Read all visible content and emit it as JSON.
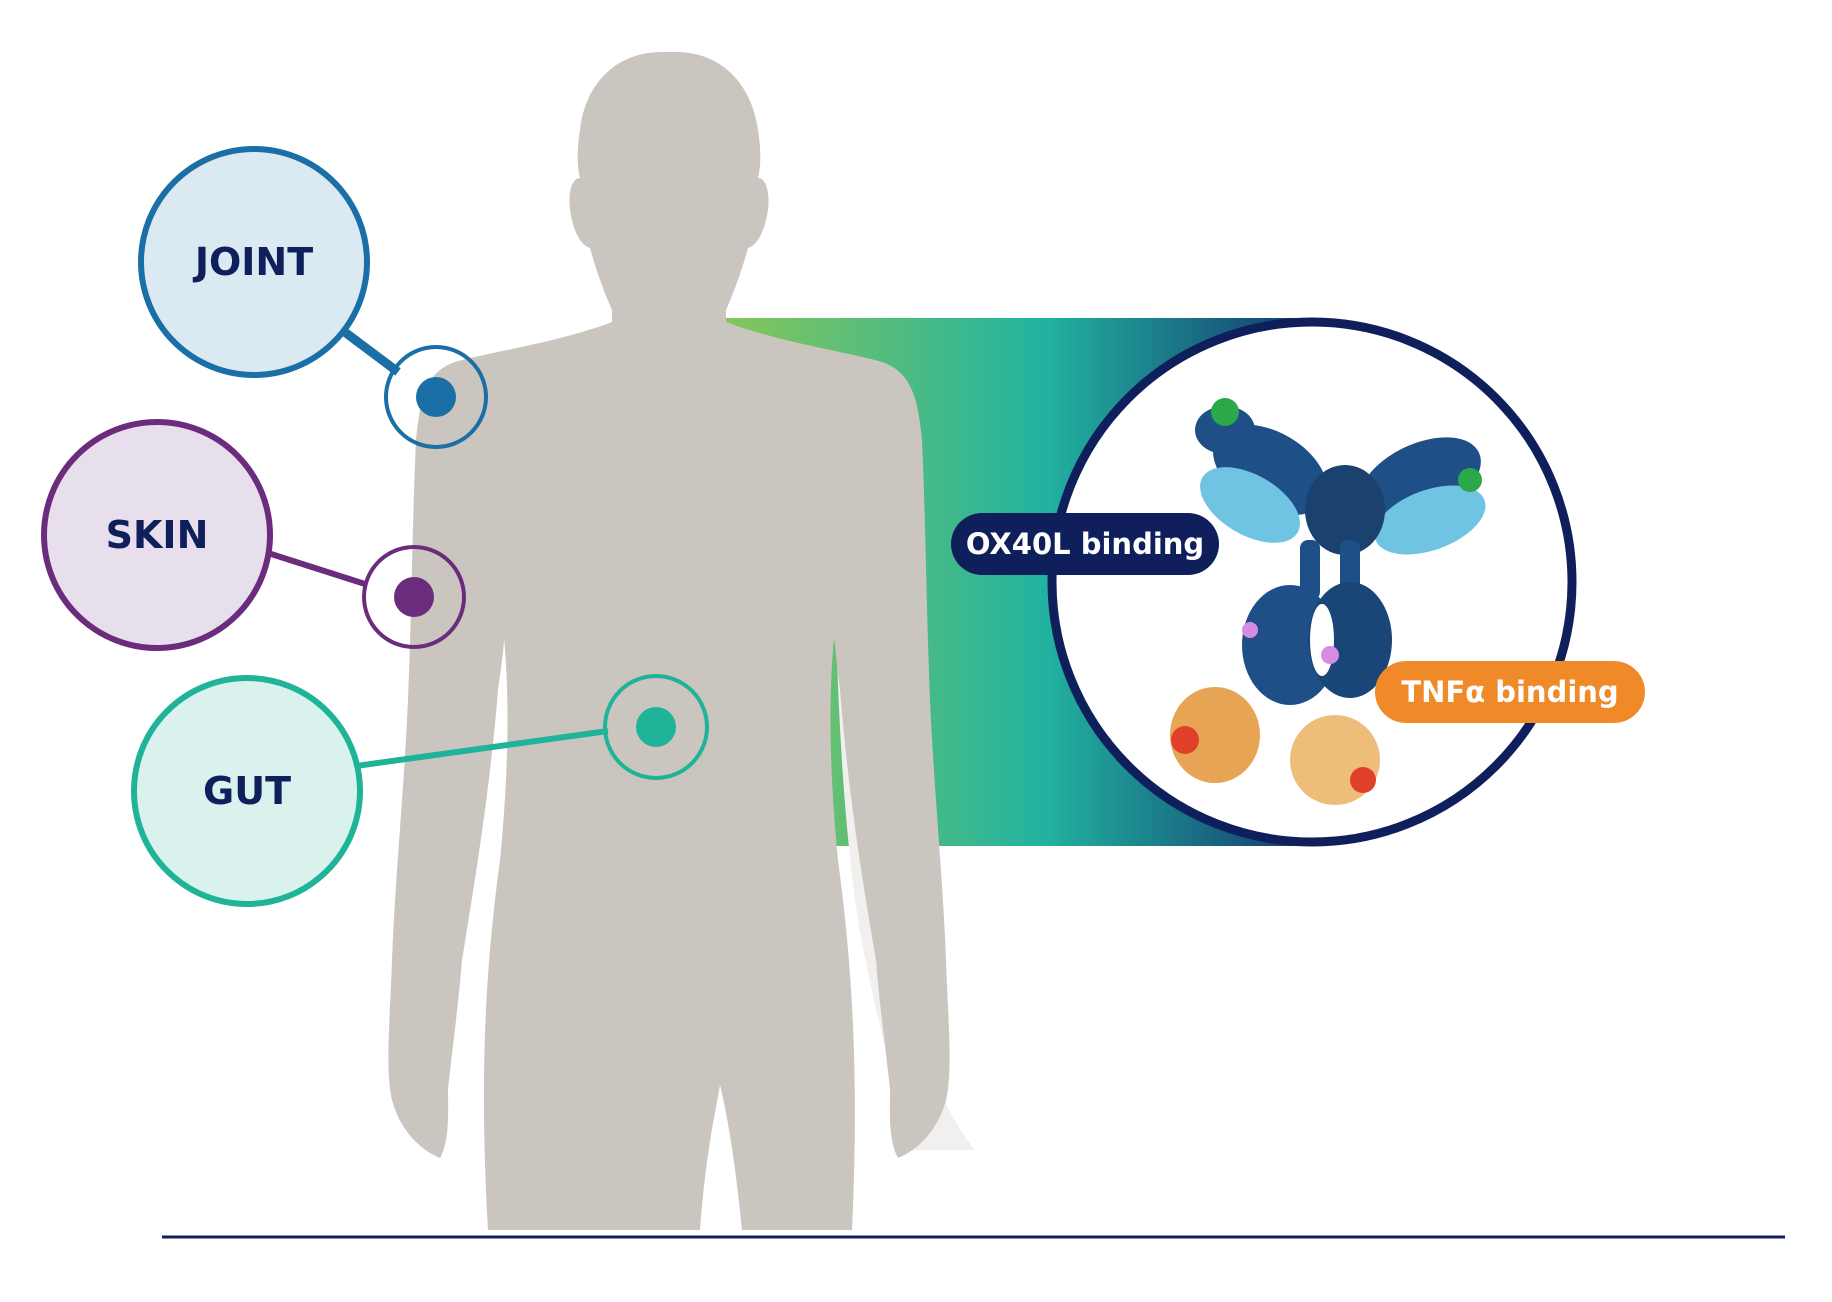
{
  "sites": [
    {
      "label": "JOINT",
      "stroke": "#1a6fa6",
      "fill": "#dbe9f3"
    },
    {
      "label": "SKIN",
      "stroke": "#6b2c7d",
      "fill": "#e8dfec"
    },
    {
      "label": "GUT",
      "stroke": "#1fb39a",
      "fill": "#d9f2ee"
    }
  ],
  "pills": {
    "ox40l": {
      "label": "OX40L binding",
      "color": "#0f1f5c"
    },
    "tnfa": {
      "label": "TNFα binding",
      "color": "#f08a28"
    }
  },
  "colors": {
    "silhouette": "#cbc5c0",
    "silhouette_shadow": "#f1f0ee",
    "ring": "#0f1f5c",
    "gradient_start": "#86c65a",
    "gradient_mid": "#22b3a0",
    "gradient_end": "#13386e",
    "baseline": "#0f1f5c"
  },
  "icons": {
    "antibody": "antibody-molecule-icon"
  }
}
